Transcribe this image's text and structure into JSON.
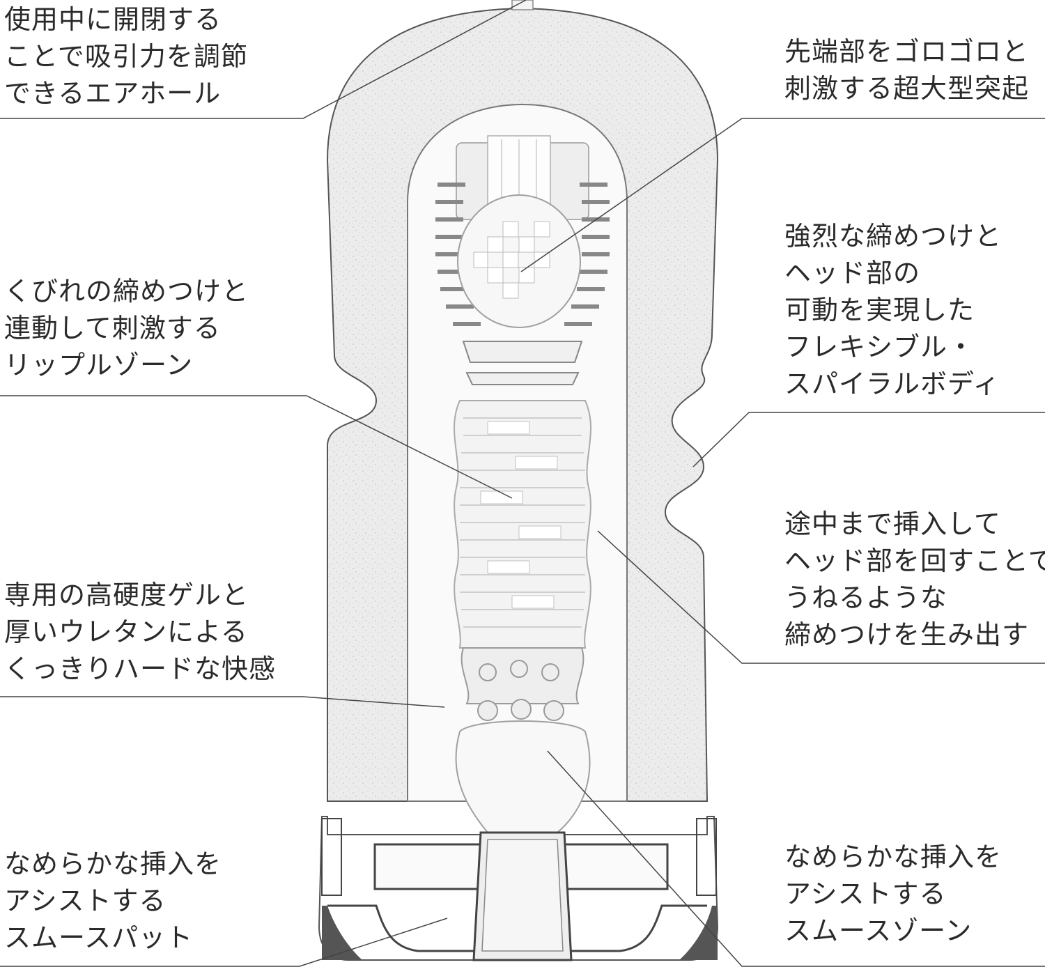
{
  "callouts": {
    "air_hole": [
      "使用中に開閉する",
      "ことで吸引力を調節",
      "できるエアホール"
    ],
    "tip_bump": [
      "先端部をゴロゴロと",
      "刺激する超大型突起"
    ],
    "spiral_body": [
      "強烈な締めつけと",
      "ヘッド部の",
      "可動を実現した",
      "フレキシブル・",
      "スパイラルボディ"
    ],
    "ripple_zone": [
      "くびれの締めつけと",
      "連動して刺激する",
      "リップルゾーン"
    ],
    "twist_tip": [
      "途中まで挿入して",
      "ヘッド部を回すことで",
      "うねるような",
      "締めつけを生み出す"
    ],
    "hard_gel": [
      "専用の高硬度ゲルと",
      "厚いウレタンによる",
      "くっきりハードな快感"
    ],
    "smooth_pad": [
      "なめらかな挿入を",
      "アシストする",
      "スムースパット"
    ],
    "smooth_zone": [
      "なめらかな挿入を",
      "アシストする",
      "スムースゾーン"
    ]
  },
  "colors": {
    "text": "#2a2a2a",
    "leader_line": "#444444",
    "gel_fill": "#eeeeee",
    "outline": "#555555",
    "core_fill": "#fafafa"
  }
}
